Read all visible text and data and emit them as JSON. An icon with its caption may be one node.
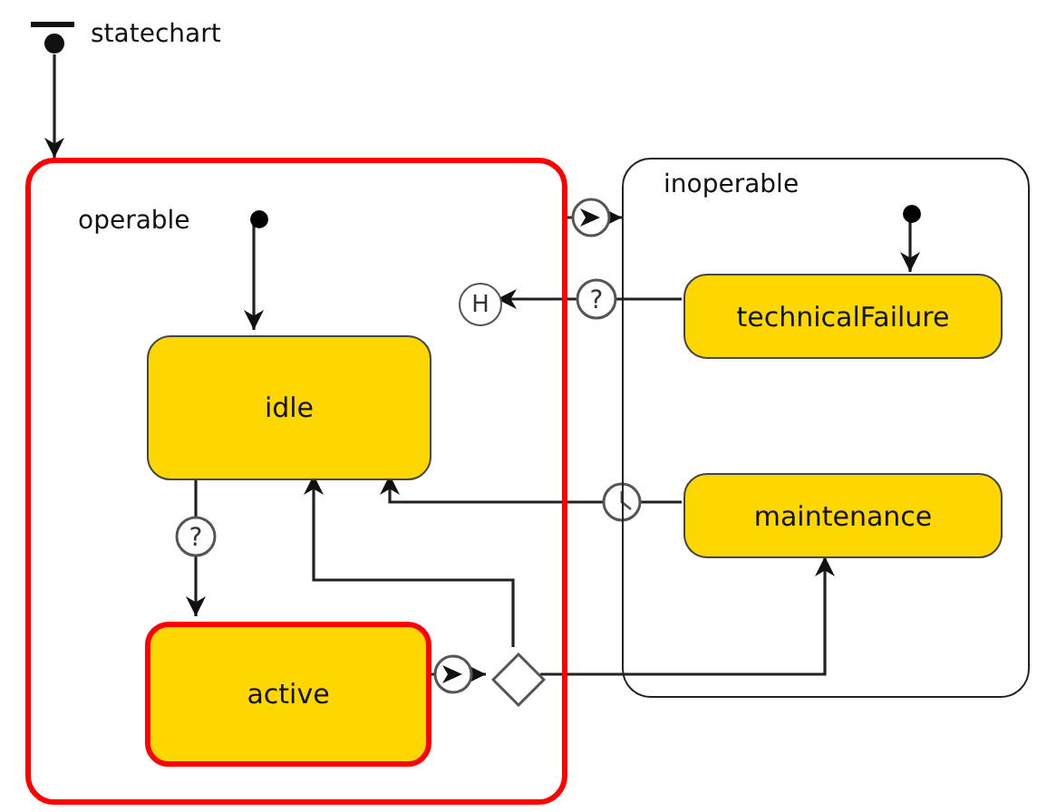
{
  "diagram": {
    "nodes": [
      {
        "text": [
          "statechart"
        ]
      },
      {
        "text": [
          "operable"
        ]
      },
      {
        "text": [],
        "shape": "circle",
        "in": 1
      },
      {
        "text": [
          "idle"
        ],
        "in": 1
      },
      {
        "text": [
          "active"
        ],
        "in": 1
      },
      {
        "text": [
          "inoperable"
        ]
      },
      {
        "text": [],
        "shape": "circle",
        "in": 5
      },
      {
        "text": [
          "technicalFailure"
        ],
        "in": 5
      },
      {
        "text": [
          "maintenance"
        ],
        "in": 5
      },
      {
        "text": [
          "H"
        ],
        "in": 1
      },
      {
        "text": [],
        "shape": "diamond",
        "in": 1
      }
    ],
    "edges": [
      {
        "from": 0,
        "to": 1,
        "arrow": "to"
      },
      {
        "from": 2,
        "to": 3,
        "arrow": "to"
      },
      {
        "from": 3,
        "to": 4,
        "arrow": "to",
        "label": "?"
      },
      {
        "from": 1,
        "to": 5,
        "arrow": "to"
      },
      {
        "from": 7,
        "to": 9,
        "arrow": "to",
        "label": "?"
      },
      {
        "from": 6,
        "to": 7,
        "arrow": "to"
      },
      {
        "from": 8,
        "to": 3,
        "arrow": "to"
      },
      {
        "from": 4,
        "to": 10,
        "arrow": "to"
      },
      {
        "from": 10,
        "to": 3,
        "arrow": "to"
      },
      {
        "from": 10,
        "to": 8,
        "arrow": "to"
      }
    ]
  }
}
